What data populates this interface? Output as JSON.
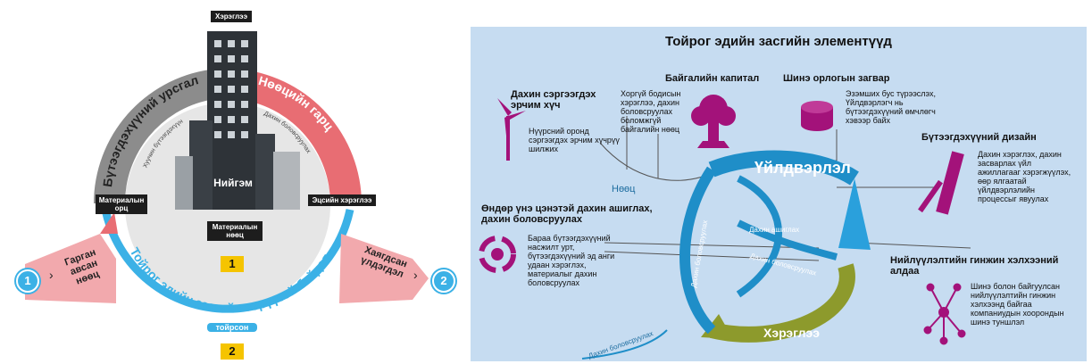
{
  "left": {
    "top_tag": "Хэрэглээ",
    "arc_design": "Бүтээгдэхүүний урсгал",
    "arc_design_sub": "Хуучин бүтээгдэхүүн",
    "arc_waste": "Нөөцийн гарц",
    "arc_waste_sub": "Дахин боловсруулах",
    "society": "Нийгэм",
    "material_in": "Материалын орц",
    "material_stock": "Материалын нөөц",
    "end_use": "Эцсийн хэрэглээ",
    "extract": "Гарган авсан нөөц",
    "landfill": "Хаягдсан үлдэгдэл",
    "circular_label": "Тойрог эдийн засгийн зөрүүтэй байдал",
    "circular_bottom": "тойрсон",
    "badge1": "1",
    "badge2": "2",
    "num1": "1",
    "num2": "2"
  },
  "right": {
    "title": "Тойрог эдийн засгийн элементүүд",
    "renewable": {
      "head": "Дахин сэргээгдэх эрчим хүч",
      "text": "Нүүрсний оронд сэргээгдэх эрчим хүчрүү шилжих"
    },
    "natural": {
      "head": "Байгалийн капитал",
      "text": "Хоргүй бодисын хэрэглээ, дахин боловсруулах боломжгүй байгалийн нөөц"
    },
    "income": {
      "head": "Шинэ орлогын загвар",
      "text": "Эзэмших бус түрээслэх, Үйлдвэрлэгч нь бүтээгдэхүүний өмчлөгч хэвээр байх"
    },
    "design": {
      "head": "Бүтээгдэхүүний дизайн",
      "text": "Дахин хэрэглэх, дахин засварлах үйл ажиллагааг хэрэгжүүлэх, өөр ялгаатай үйлдвэрлэлийн процессыг явуулах"
    },
    "highvalue": {
      "head": "Өндөр үнэ цэнэтэй дахин ашиглах, дахин боловсруулах",
      "text": "Бараа бүтээгдэхүүний насжилт урт, бүтээгдэхүүний эд анги удаан хэрэглэх, материалыг дахин боловсруулах"
    },
    "supply": {
      "head": "Нийлүүлэлтийн гинжин хэлхээний алдаа",
      "text": "Шинэ болон байгуулсан нийлүүлэлтийн гинжин хэлхээнд байгаа компаниудын хоорондын шинэ туншлэл"
    },
    "production": "Үйлдвэрлэл",
    "consumption": "Хэрэглээ",
    "reuse": "Дахин ашиглах",
    "recycle_inner": "Дахин боловсруулах",
    "recycle_left": "Дахин боловсруулах",
    "recycle_bottom": "Дахин боловсруулах",
    "resource": "Нөөц"
  },
  "colors": {
    "grey_arc": "#8c8c8c",
    "red_arc": "#e86d73",
    "blue_arc": "#3bb1e6",
    "purple": "#a3127a",
    "cycle_blue": "#1f8ec8",
    "cycle_olive": "#8d9a2c",
    "badge": "#f5c400"
  }
}
